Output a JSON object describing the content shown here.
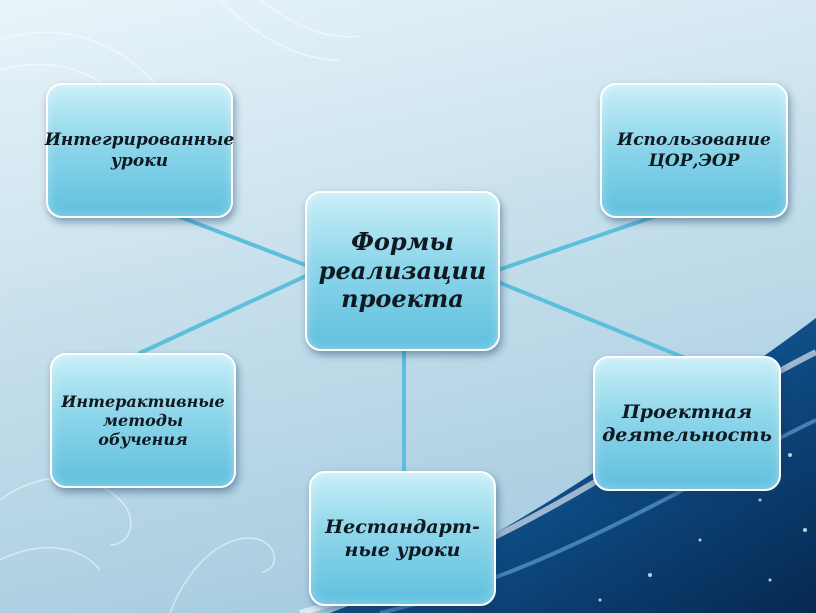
{
  "diagram": {
    "center": {
      "label": "Формы\nреализации\nпроекта"
    },
    "nodes": [
      {
        "id": "integrated",
        "label": "Интегрированные\nуроки"
      },
      {
        "id": "digital",
        "label": "Использование\nЦОР,ЭОР"
      },
      {
        "id": "interactive",
        "label": "Интерактивные\nметоды\nобучения"
      },
      {
        "id": "project",
        "label": "Проектная\nдеятельность"
      },
      {
        "id": "nonstandard",
        "label": "Нестандарт-\nные уроки"
      }
    ]
  },
  "colors": {
    "background_light": "#e4f2f8",
    "background_mid": "#b7d8e8",
    "background_dark": "#0c3f74",
    "node_fill": "#8ed6ea",
    "connector": "#5dbfdc"
  }
}
